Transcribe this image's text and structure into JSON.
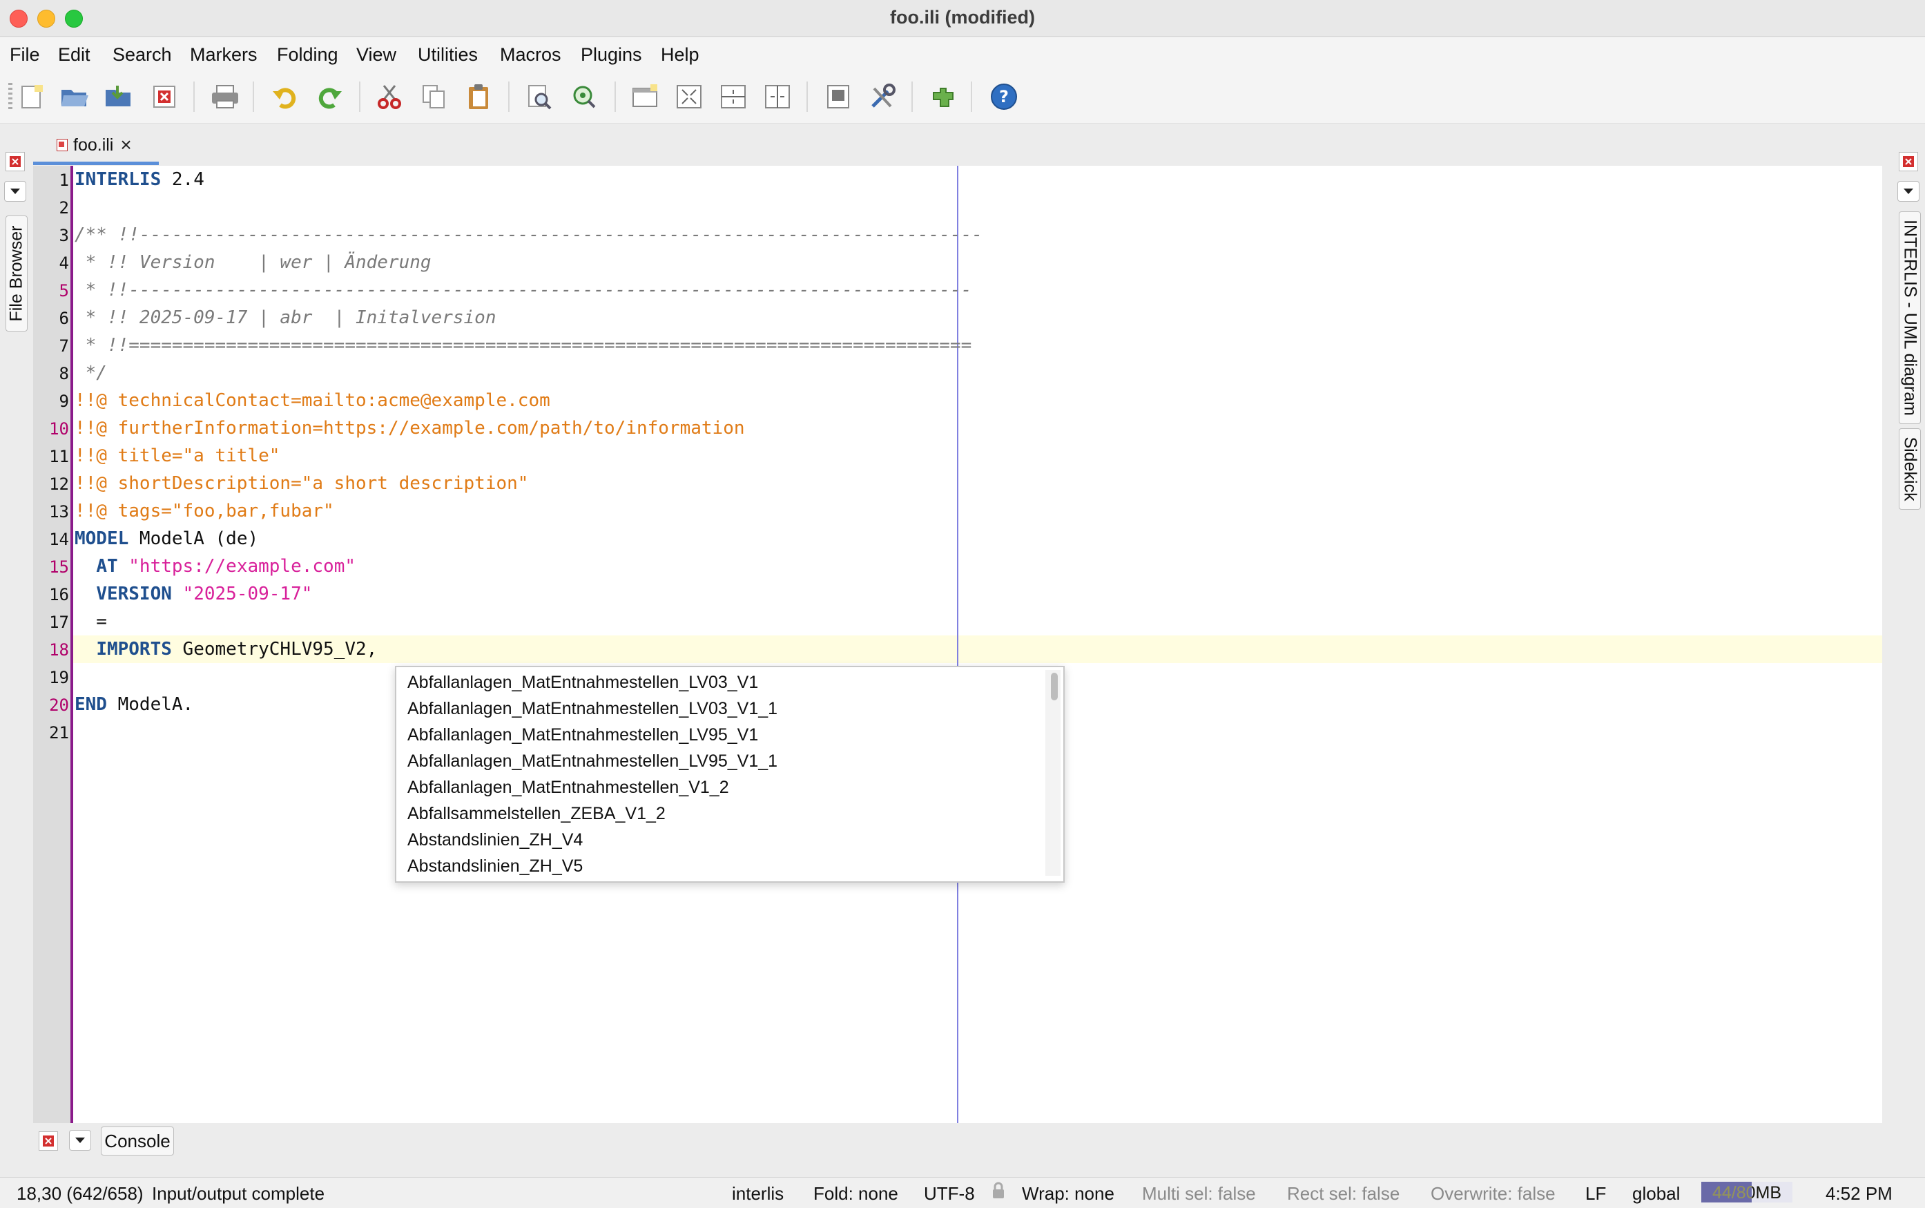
{
  "window": {
    "title": "foo.ili (modified)"
  },
  "menu": [
    "File",
    "Edit",
    "Search",
    "Markers",
    "Folding",
    "View",
    "Utilities",
    "Macros",
    "Plugins",
    "Help"
  ],
  "toolbar": [
    "new-file",
    "open-file",
    "save-file",
    "close-file",
    "print",
    "undo",
    "redo",
    "cut",
    "copy",
    "paste",
    "find",
    "find-in-files",
    "new-view",
    "unsplit",
    "split-horizontal",
    "split-vertical",
    "buffer-options",
    "global-options",
    "plugin-manager",
    "help"
  ],
  "buffer_tab": {
    "label": "foo.ili"
  },
  "left_dock": {
    "tab": "File Browser"
  },
  "right_dock": {
    "tabs": [
      "INTERLIS - UML diagram",
      "Sidekick"
    ]
  },
  "editor": {
    "current_line": 18,
    "lines": [
      [
        {
          "t": "INTERLIS",
          "c": "kw"
        },
        {
          "t": " 2.4",
          "c": ""
        }
      ],
      [],
      [
        {
          "t": "/** !!------------------------------------------------------------------------------",
          "c": "cmt"
        }
      ],
      [
        {
          "t": " * !! Version    | wer | Änderung",
          "c": "cmt"
        }
      ],
      [
        {
          "t": " * !!------------------------------------------------------------------------------",
          "c": "cmt"
        }
      ],
      [
        {
          "t": " * !! 2025-09-17 | abr  | Initalversion",
          "c": "cmt"
        }
      ],
      [
        {
          "t": " * !!==============================================================================",
          "c": "cmt"
        }
      ],
      [
        {
          "t": " */",
          "c": "cmt"
        }
      ],
      [
        {
          "t": "!!@ technicalContact=mailto:acme@example.com",
          "c": "meta"
        }
      ],
      [
        {
          "t": "!!@ furtherInformation=https://example.com/path/to/information",
          "c": "meta"
        }
      ],
      [
        {
          "t": "!!@ title=\"a title\"",
          "c": "meta"
        }
      ],
      [
        {
          "t": "!!@ shortDescription=\"a short description\"",
          "c": "meta"
        }
      ],
      [
        {
          "t": "!!@ tags=\"foo,bar,fubar\"",
          "c": "meta"
        }
      ],
      [
        {
          "t": "MODEL",
          "c": "kw"
        },
        {
          "t": " ModelA (de)",
          "c": ""
        }
      ],
      [
        {
          "t": "  ",
          "c": ""
        },
        {
          "t": "AT",
          "c": "kw"
        },
        {
          "t": " ",
          "c": ""
        },
        {
          "t": "\"https://example.com\"",
          "c": "str"
        }
      ],
      [
        {
          "t": "  ",
          "c": ""
        },
        {
          "t": "VERSION",
          "c": "kw"
        },
        {
          "t": " ",
          "c": ""
        },
        {
          "t": "\"2025-09-17\"",
          "c": "str"
        }
      ],
      [
        {
          "t": "  =",
          "c": ""
        }
      ],
      [
        {
          "t": "  ",
          "c": ""
        },
        {
          "t": "IMPORTS",
          "c": "kw"
        },
        {
          "t": " GeometryCHLV95_V2, ",
          "c": ""
        }
      ],
      [],
      [
        {
          "t": "END",
          "c": "kw"
        },
        {
          "t": " ModelA.",
          "c": ""
        }
      ],
      []
    ],
    "marked_line_numbers": [
      5,
      10,
      15,
      18,
      20
    ]
  },
  "completion": [
    "Abfallanlagen_MatEntnahmestellen_LV03_V1",
    "Abfallanlagen_MatEntnahmestellen_LV03_V1_1",
    "Abfallanlagen_MatEntnahmestellen_LV95_V1",
    "Abfallanlagen_MatEntnahmestellen_LV95_V1_1",
    "Abfallanlagen_MatEntnahmestellen_V1_2",
    "Abfallsammelstellen_ZEBA_V1_2",
    "Abstandslinien_ZH_V4",
    "Abstandslinien_ZH_V5"
  ],
  "console": {
    "tab": "Console"
  },
  "status": {
    "caret": "18,30 (642/658)",
    "message": "Input/output complete",
    "mode": "interlis",
    "fold": "Fold: none",
    "encoding": "UTF-8",
    "wrap": "Wrap: none",
    "multisel": "Multi sel: false",
    "rectsel": "Rect sel: false",
    "overwrite": "Overwrite: false",
    "line_ending": "LF",
    "scope": "global",
    "memory": "44/80MB",
    "memory_fraction": 0.55,
    "time": "4:52 PM"
  }
}
